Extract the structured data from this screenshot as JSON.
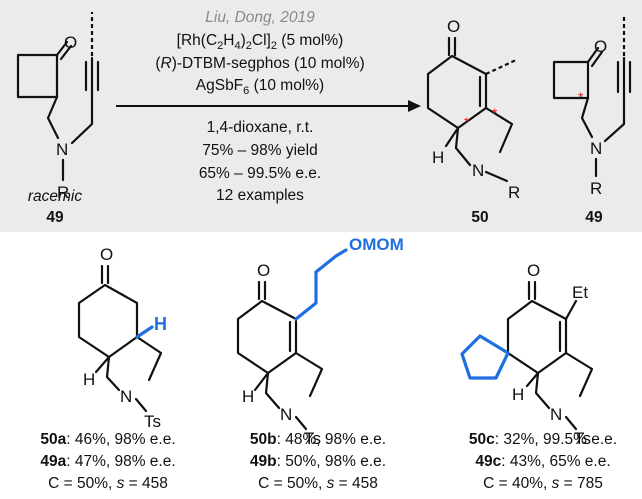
{
  "reaction": {
    "citation": "Liu, Dong, 2019",
    "reagent_1": "[Rh(C",
    "reagent_1_sub_a": "2",
    "reagent_1_mid": "H",
    "reagent_1_sub_b": "4",
    "reagent_1_mid2": ")",
    "reagent_1_sub_c": "2",
    "reagent_1_tail": "Cl]",
    "reagent_1_sub_d": "2",
    "reagent_1_amount": " (5 mol%)",
    "ligand_prefix": "(",
    "ligand_R": "R",
    "ligand_rest": ")-DTBM-segphos (10 mol%)",
    "additive": "AgSbF",
    "additive_sub": "6",
    "additive_amount": " (10 mol%)",
    "solvent": "1,4-dioxane, r.t.",
    "yield": "75% – 98% yield",
    "ee": "65% – 99.5% e.e.",
    "examples": "12 examples"
  },
  "substrate": {
    "label": "racemic",
    "number": "49"
  },
  "products": {
    "main": "50",
    "recovered": "49"
  },
  "atoms": {
    "O": "O",
    "N": "N",
    "R": "R",
    "H": "H",
    "Ts": "Ts",
    "OMOM": "OMOM",
    "Et": "Et",
    "star": "*"
  },
  "examples": [
    {
      "prod": "50a",
      "prod_val": ": 46%, 98% e.e.",
      "rec": "49a",
      "rec_val": ": 47%, 98% e.e.",
      "c_text": "C = 50%, ",
      "s_sym": "s",
      "s_val": " = 458"
    },
    {
      "prod": "50b",
      "prod_val": ": 48%, 98% e.e.",
      "rec": "49b",
      "rec_val": ": 50%, 98% e.e.",
      "c_text": "C = 50%, ",
      "s_sym": "s",
      "s_val": " = 458"
    },
    {
      "prod": "50c",
      "prod_val": ": 32%, 99.5% e.e.",
      "rec": "49c",
      "rec_val": ": 43%, 65% e.e.",
      "c_text": "C = 40%, ",
      "s_sym": "s",
      "s_val": " = 785"
    }
  ],
  "colors": {
    "panel": "#ebebeb",
    "accent": "#1f6fe0",
    "star": "#e01a1a",
    "citation": "#8a8a8a"
  }
}
